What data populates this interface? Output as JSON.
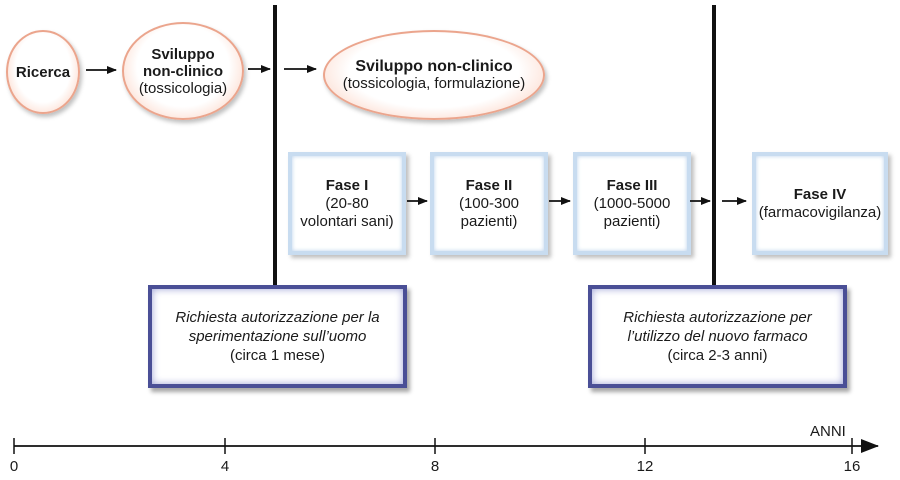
{
  "research": {
    "label": "Ricerca"
  },
  "nonclinical1": {
    "title1": "Sviluppo",
    "title2": "non-clinico",
    "sub": "(tossicologia)"
  },
  "nonclinical2": {
    "title": "Sviluppo non-clinico",
    "sub": "(tossicologia, formulazione)"
  },
  "phases": [
    {
      "title": "Fase I",
      "line1": "(20-80",
      "line2": "volontari sani)"
    },
    {
      "title": "Fase II",
      "line1": "(100-300",
      "line2": "pazienti)"
    },
    {
      "title": "Fase III",
      "line1": "(1000-5000",
      "line2": "pazienti)"
    },
    {
      "title": "Fase IV",
      "line1": "(farmacovigilanza)",
      "line2": ""
    }
  ],
  "auth1": {
    "line1": "Richiesta autorizzazione per la",
    "line2": "sperimentazione sull’uomo",
    "line3": "(circa 1 mese)"
  },
  "auth2": {
    "line1": "Richiesta autorizzazione per",
    "line2": "l’utilizzo del nuovo farmaco",
    "line3": "(circa 2-3 anni)"
  },
  "axis": {
    "label": "ANNI",
    "ticks": [
      "0",
      "4",
      "8",
      "12",
      "16"
    ]
  }
}
